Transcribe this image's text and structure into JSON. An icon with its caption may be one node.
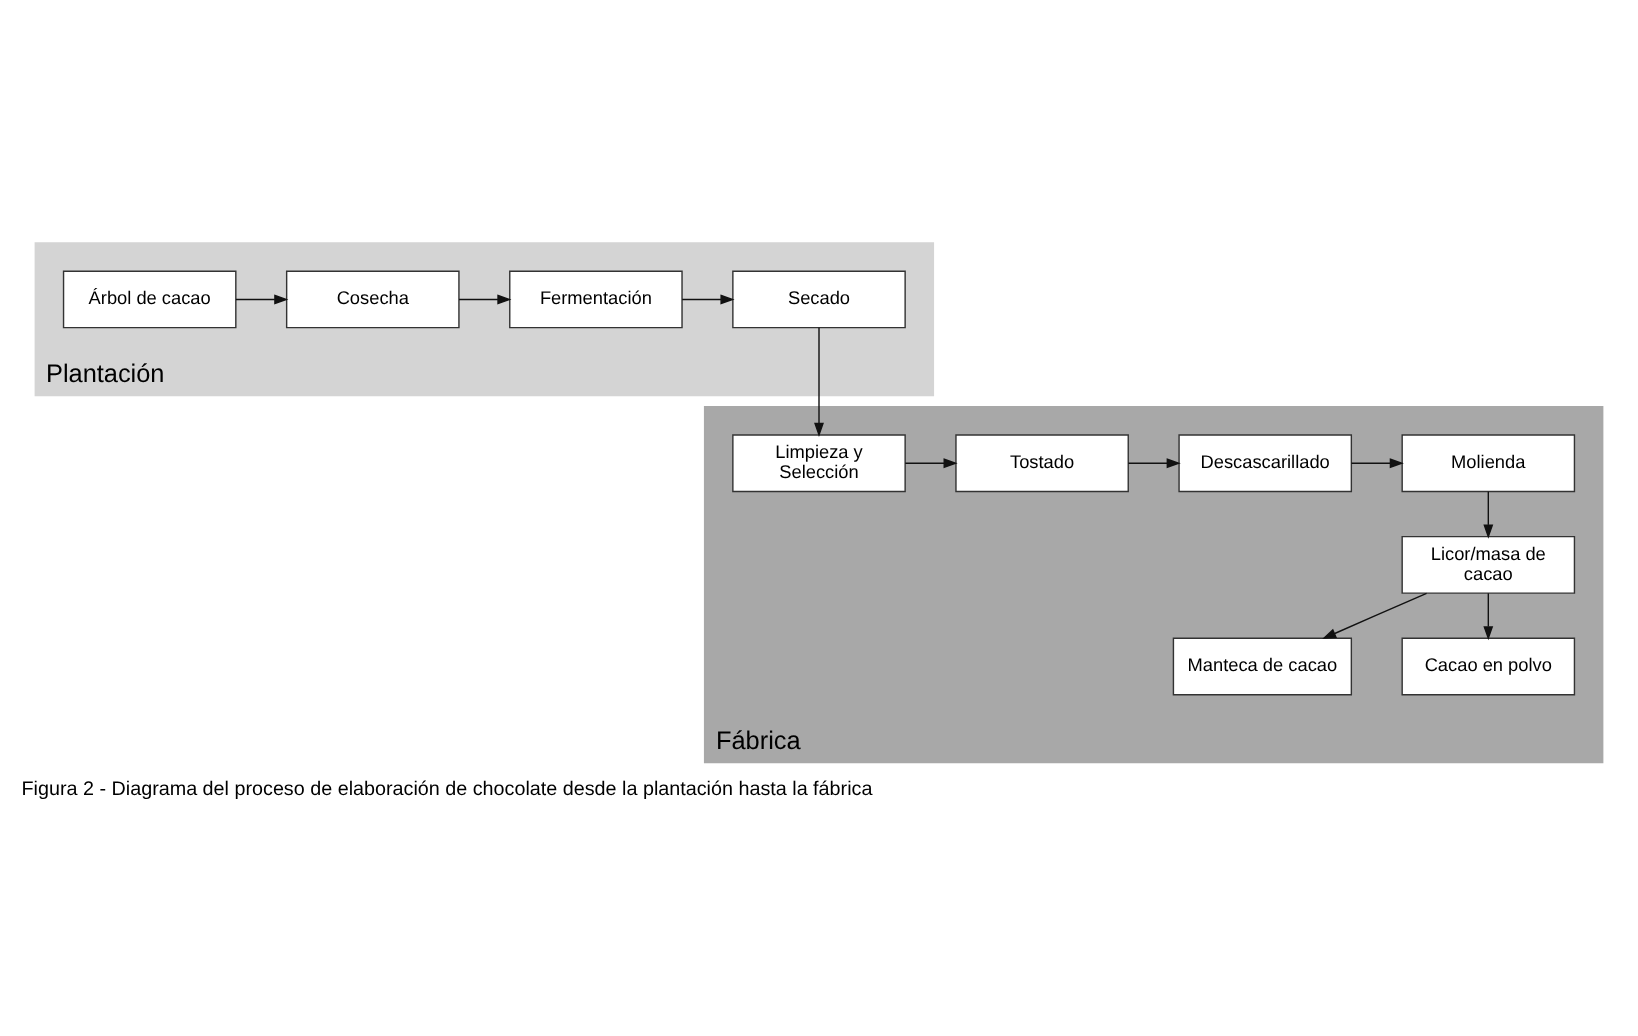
{
  "diagram": {
    "caption": "Figura 2 - Diagrama del proceso de elaboración de chocolate desde la plantación hasta la fábrica",
    "nodes": [
      {
        "text": [
          "Plantación"
        ]
      },
      {
        "text": [
          "Árbol de cacao"
        ],
        "in": 0
      },
      {
        "text": [
          "Cosecha"
        ],
        "in": 0
      },
      {
        "text": [
          "Fermentación"
        ],
        "in": 0
      },
      {
        "text": [
          "Secado"
        ],
        "in": 0
      },
      {
        "text": [
          "Fábrica"
        ]
      },
      {
        "text": [
          "Limpieza y Selección"
        ],
        "in": 5
      },
      {
        "text": [
          "Tostado"
        ],
        "in": 5
      },
      {
        "text": [
          "Descascarillado"
        ],
        "in": 5
      },
      {
        "text": [
          "Molienda"
        ],
        "in": 5
      },
      {
        "text": [
          "Licor/masa de cacao"
        ],
        "in": 5
      },
      {
        "text": [
          "Manteca de cacao"
        ],
        "in": 5
      },
      {
        "text": [
          "Cacao en polvo"
        ],
        "in": 5
      }
    ],
    "edges": [
      {
        "from": 1,
        "to": 2,
        "arrow": "to"
      },
      {
        "from": 2,
        "to": 3,
        "arrow": "to"
      },
      {
        "from": 3,
        "to": 4,
        "arrow": "to"
      },
      {
        "from": 4,
        "to": 6,
        "arrow": "to"
      },
      {
        "from": 6,
        "to": 7,
        "arrow": "to"
      },
      {
        "from": 7,
        "to": 8,
        "arrow": "to"
      },
      {
        "from": 8,
        "to": 9,
        "arrow": "to"
      },
      {
        "from": 9,
        "to": 10,
        "arrow": "to"
      },
      {
        "from": 10,
        "to": 11,
        "arrow": "to"
      },
      {
        "from": 10,
        "to": 12,
        "arrow": "to"
      }
    ]
  }
}
